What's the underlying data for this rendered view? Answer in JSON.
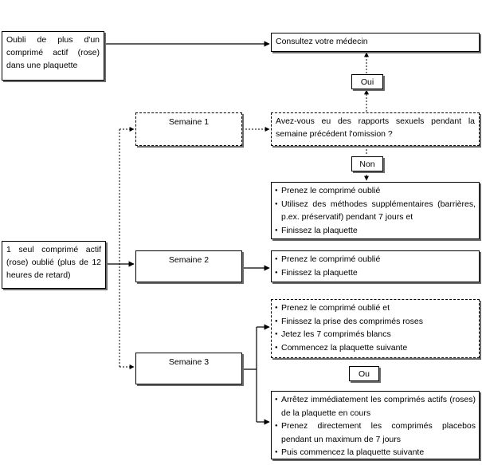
{
  "start_missed_multiple": "Oubli de plus d'un comprimé actif (rose) dans une plaquette",
  "start_missed_single": "1 seul comprimé actif (rose) oublié (plus de 12 heures de retard)",
  "consult_doctor": "Consultez votre médecin",
  "question_intercourse": "Avez-vous eu des rapports sexuels pendant la semaine précédent l'omission ?",
  "answer_yes": "Oui",
  "answer_no": "Non",
  "or_label": "Ou",
  "weeks": {
    "week1": "Semaine 1",
    "week2": "Semaine 2",
    "week3": "Semaine 3"
  },
  "week1_actions": [
    "Prenez le comprimé oublié",
    "Utilisez des méthodes supplémentaires (barrières, p.ex. préservatif) pendant 7 jours et",
    "Finissez la plaquette"
  ],
  "week2_actions": [
    "Prenez le comprimé oublié",
    "Finissez la plaquette"
  ],
  "week3_option_a": [
    "Prenez le comprimé oublié et",
    "Finissez la prise des comprimés roses",
    "Jetez les 7 comprimés blancs",
    "Commencez la plaquette suivante"
  ],
  "week3_option_b": [
    "Arrêtez immédiatement les comprimés actifs (roses) de la plaquette en cours",
    "Prenez directement les comprimés placebos pendant un maximum de 7 jours",
    "Puis commencez la plaquette suivante"
  ]
}
